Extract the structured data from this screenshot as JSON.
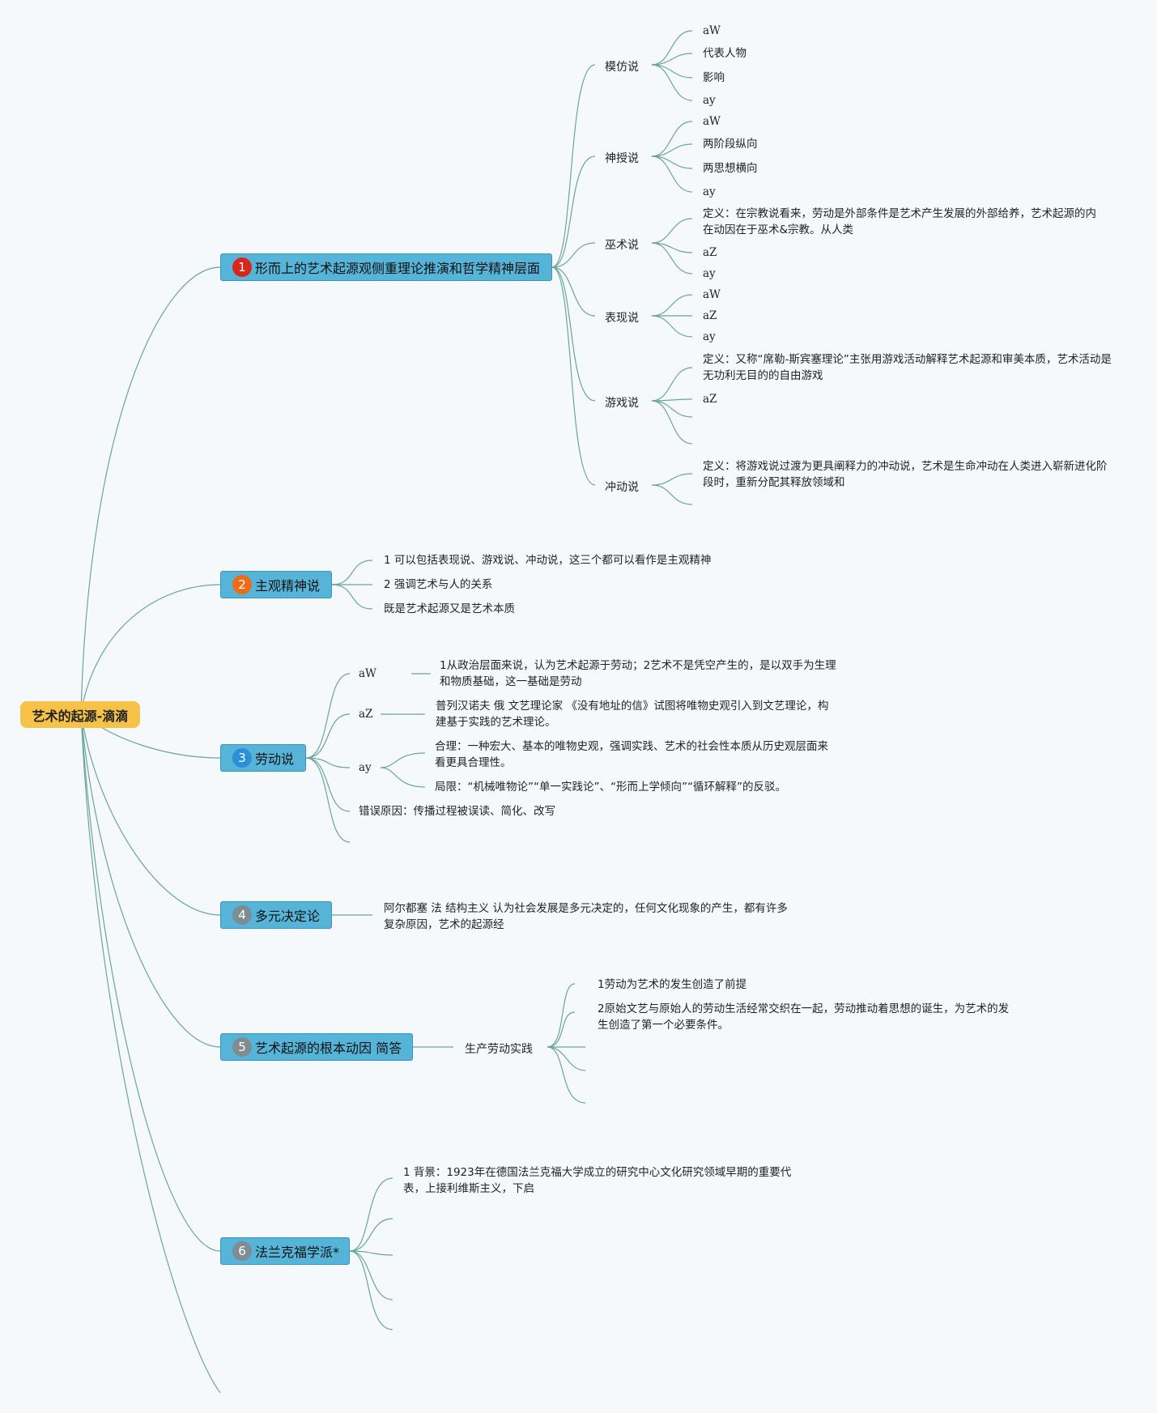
{
  "root": {
    "label": "艺术的起源-滴滴"
  },
  "colors": {
    "root_bg": "#f6c247",
    "branch_bg": "#56b4d8",
    "line": "#6aa59b",
    "num1": "#d9261c",
    "num2": "#ec6c17",
    "num3": "#2b8fd9",
    "num4": "#7f8c91",
    "num5": "#7f8c91",
    "num6": "#7f8c91"
  },
  "branches": [
    {
      "num": "1",
      "label": "形而上的艺术起源观侧重理论推演和哲学精神层面",
      "subs": [
        {
          "label": "模仿说",
          "leaves": [
            "aW",
            "代表人物",
            "影响",
            "ay"
          ]
        },
        {
          "label": "神授说",
          "leaves": [
            "aW",
            "两阶段纵向",
            "两思想横向",
            "ay"
          ]
        },
        {
          "label": "巫术说",
          "leaves": [
            "定义：在宗教说看来，劳动是外部条件是艺术产生发展的外部给养，艺术起源的内在动因在于巫术&宗教。从人类",
            "aZ",
            "ay"
          ]
        },
        {
          "label": "表现说",
          "leaves": [
            "aW",
            "aZ",
            "ay"
          ]
        },
        {
          "label": "游戏说",
          "leaves": [
            "定义：又称“席勒-斯宾塞理论”主张用游戏活动解释艺术起源和审美本质，艺术活动是无功利无目的的自由游戏",
            "aZ"
          ]
        },
        {
          "label": "冲动说",
          "leaves": [
            "定义：将游戏说过渡为更具阐释力的冲动说，艺术是生命冲动在人类进入崭新进化阶段时，重新分配其释放领域和"
          ]
        }
      ]
    },
    {
      "num": "2",
      "label": "主观精神说",
      "leaves": [
        "1 可以包括表现说、游戏说、冲动说，这三个都可以看作是主观精神",
        "2 强调艺术与人的关系",
        "既是艺术起源又是艺术本质"
      ]
    },
    {
      "num": "3",
      "label": "劳动说",
      "subs": [
        {
          "label": "aW",
          "leaves": [
            "1从政治层面来说，认为艺术起源于劳动；2艺术不是凭空产生的，是以双手为生理和物质基础，这一基础是劳动"
          ]
        },
        {
          "label": "aZ",
          "leaves": [
            "普列汉诺夫 俄 文艺理论家 《没有地址的信》试图将唯物史观引入到文艺理论，构建基于实践的艺术理论。"
          ]
        },
        {
          "label": "ay",
          "leaves": [
            "合理：一种宏大、基本的唯物史观，强调实践、艺术的社会性本质从历史观层面来看更具合理性。",
            "局限：“机械唯物论”“单一实践论”、“形而上学倾向”“循环解释”的反驳。"
          ]
        },
        {
          "label": "错误原因：传播过程被误读、简化、改写",
          "leaves": []
        }
      ]
    },
    {
      "num": "4",
      "label": "多元决定论",
      "leaves": [
        "阿尔都塞 法 结构主义 认为社会发展是多元决定的，任何文化现象的产生，都有许多复杂原因，艺术的起源经"
      ]
    },
    {
      "num": "5",
      "label": "艺术起源的根本动因 简答",
      "subs": [
        {
          "label": "生产劳动实践",
          "leaves": [
            "1劳动为艺术的发生创造了前提",
            "2原始文艺与原始人的劳动生活经常交织在一起，劳动推动着思想的诞生，为艺术的发生创造了第一个必要条件。"
          ]
        }
      ]
    },
    {
      "num": "6",
      "label": "法兰克福学派*",
      "leaves": [
        "1 背景：1923年在德国法兰克福大学成立的研究中心文化研究领域早期的重要代表，上接利维斯主义，下启"
      ]
    }
  ]
}
